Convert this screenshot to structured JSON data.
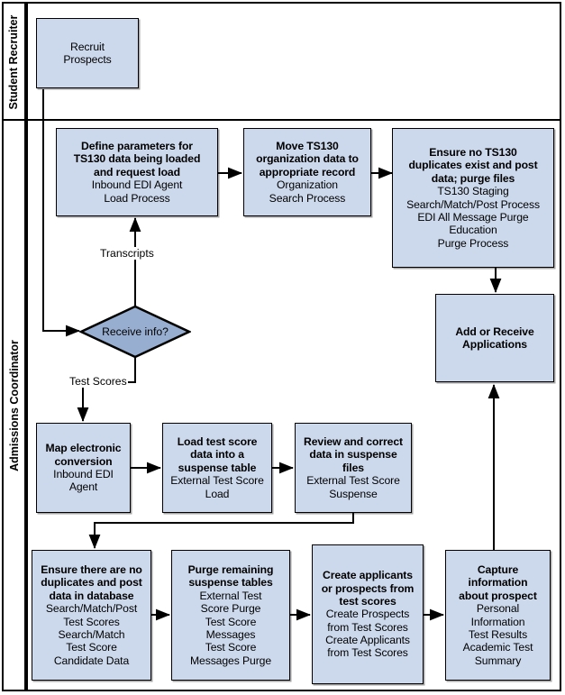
{
  "diagram": {
    "type": "swimlane-flowchart",
    "background_color": "#ffffff",
    "node_fill": "#ccd9ec",
    "decision_fill": "#97aed0",
    "line_color": "#000000"
  },
  "lanes": [
    {
      "id": "lane-student-recruiter",
      "label": "Student Recruiter"
    },
    {
      "id": "lane-admissions-coordinator",
      "label": "Admissions Coordinator"
    }
  ],
  "nodes": {
    "recruit_prospects": {
      "title": "",
      "lines": [
        "Recruit",
        "Prospects"
      ],
      "line1": "Recruit",
      "line2": "Prospects"
    },
    "define_parameters": {
      "title_line1": "Define parameters for",
      "title_line2": "TS130 data being loaded",
      "title_line3": "and request load",
      "sub_line1": "Inbound EDI Agent",
      "sub_line2": "Load Process"
    },
    "move_ts130": {
      "title_line1": "Move TS130",
      "title_line2": "organization data to",
      "title_line3": "appropriate record",
      "sub_line1": "Organization",
      "sub_line2": "Search Process"
    },
    "ensure_no_duplicates": {
      "title_line1": "Ensure no TS130",
      "title_line2": "duplicates exist and post",
      "title_line3": "data; purge files",
      "sub_line1": "TS130 Staging",
      "sub_line2": "Search/Match/Post Process",
      "sub_line3": "EDI All Message Purge",
      "sub_line4": "Education",
      "sub_line5": "Purge Process"
    },
    "add_or_receive": {
      "title_line1": "Add or Receive",
      "title_line2": "Applications"
    },
    "receive_info": {
      "label": "Receive info?"
    },
    "map_electronic": {
      "title_line1": "Map electronic",
      "title_line2": "conversion",
      "sub_line1": "Inbound EDI",
      "sub_line2": "Agent"
    },
    "load_test_score": {
      "title_line1": "Load test score",
      "title_line2": "data into a",
      "title_line3": "suspense table",
      "sub_line1": "External Test Score",
      "sub_line2": "Load"
    },
    "review_correct": {
      "title_line1": "Review and correct",
      "title_line2": "data in suspense",
      "title_line3": "files",
      "sub_line1": "External Test Score",
      "sub_line2": "Suspense"
    },
    "ensure_no_dup_post": {
      "title_line1": "Ensure there are no",
      "title_line2": "duplicates and post",
      "title_line3": "data in database",
      "sub_line1": "Search/Match/Post",
      "sub_line2": "Test Scores",
      "sub_line3": "Search/Match",
      "sub_line4": "Test Score",
      "sub_line5": "Candidate Data"
    },
    "purge_remaining": {
      "title_line1": "Purge remaining",
      "title_line2": "suspense tables",
      "sub_line1": "External Test",
      "sub_line2": "Score Purge",
      "sub_line3": "Test Score",
      "sub_line4": "Messages",
      "sub_line5": "Test Score",
      "sub_line6": "Messages Purge"
    },
    "create_applicants": {
      "title_line1": "Create applicants",
      "title_line2": "or prospects from",
      "title_line3": "test scores",
      "sub_line1": "Create Prospects",
      "sub_line2": "from Test Scores",
      "sub_line3": "Create Applicants",
      "sub_line4": "from Test Scores"
    },
    "capture_information": {
      "title_line1": "Capture",
      "title_line2": "information",
      "title_line3": "about prospect",
      "sub_line1": "Personal",
      "sub_line2": "Information",
      "sub_line3": "Test Results",
      "sub_line4": "Academic Test",
      "sub_line5": "Summary"
    }
  },
  "edge_labels": {
    "transcripts": "Transcripts",
    "test_scores": "Test Scores"
  }
}
